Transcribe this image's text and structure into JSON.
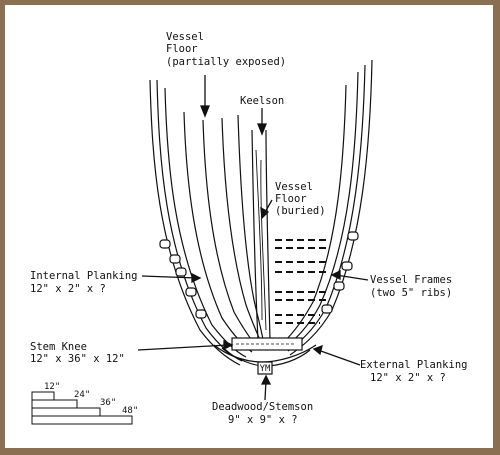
{
  "labels": {
    "vessel_floor_exposed": [
      "Vessel",
      "Floor",
      "(partially exposed)"
    ],
    "keelson": "Keelson",
    "vessel_floor_buried": [
      "Vessel",
      "Floor",
      "(buried)"
    ],
    "internal_planking": [
      "Internal Planking",
      "12\" x 2\" x ?"
    ],
    "vessel_frames": [
      "Vessel Frames",
      "(two 5\" ribs)"
    ],
    "stem_knee": [
      "Stem Knee",
      "12\" x 36\" x 12\""
    ],
    "external_planking": [
      "External Planking",
      "12\" x 2\" x ?"
    ],
    "deadwood": [
      "Deadwood/Stemson",
      "9\" x 9\" x ?"
    ]
  },
  "scale_bar": {
    "labels": [
      "12\"",
      "24\"",
      "36\"",
      "48\""
    ]
  },
  "colors": {
    "background_border": "#8a6f53",
    "paper": "#ffffff",
    "ink": "#111111"
  }
}
